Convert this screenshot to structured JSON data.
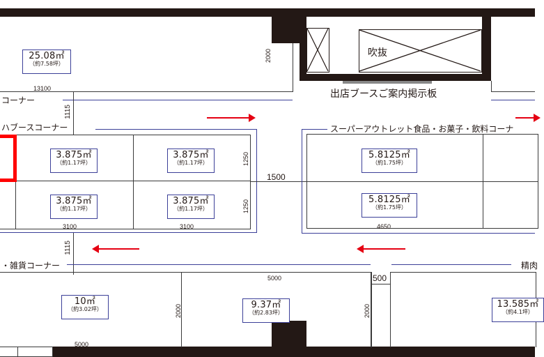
{
  "colors": {
    "wall": "#231815",
    "booth_label_border": "#3b3f98",
    "flow_arrow": "#e50012",
    "selection": "#ff0000"
  },
  "top_area": {
    "m2": "25.08㎡",
    "tsubo": "（約7.58坪）",
    "dim_width": "13100",
    "dim_height": "2000"
  },
  "void": {
    "label": "吹抜"
  },
  "notice_board": {
    "label": "出店ブースご案内掲示板"
  },
  "corners": {
    "top_left_1": "コーナー",
    "top_left_2": "ハブースコーナー",
    "outlet_food": "スーパーアウトレット食品・お菓子・飲料コーナ",
    "goods": "・雑貨コーナー",
    "meat": "精肉"
  },
  "aisles": {
    "upper_width": "1115",
    "lower_width": "1115",
    "center_width": "1500",
    "gap_width": "500"
  },
  "booths_left": [
    {
      "m2": "3.875㎡",
      "tsubo": "（約1.17坪）"
    },
    {
      "m2": "3.875㎡",
      "tsubo": "（約1.17坪）"
    },
    {
      "m2": "3.875㎡",
      "tsubo": "（約1.17坪）"
    },
    {
      "m2": "3.875㎡",
      "tsubo": "（約1.17坪）"
    }
  ],
  "booths_left_dims": {
    "width_a": "3100",
    "width_b": "3100",
    "height_top": "1250",
    "height_bottom": "1250"
  },
  "booths_outlet": [
    {
      "m2": "5.8125㎡",
      "tsubo": "（約1.75坪）"
    },
    {
      "m2": "5.8125㎡",
      "tsubo": "（約1.75坪）"
    }
  ],
  "booths_outlet_dims": {
    "width": "4650"
  },
  "bottom_booths": [
    {
      "m2": "10㎡",
      "tsubo": "（約3.02坪）",
      "dim_width": "5000",
      "dim_height": "2000"
    },
    {
      "m2": "9.37㎡",
      "tsubo": "（約2.83坪）",
      "dim_width": "5000",
      "dim_height": "2000"
    },
    {
      "m2": "13.585㎡",
      "tsubo": "（約4.1坪）"
    }
  ]
}
